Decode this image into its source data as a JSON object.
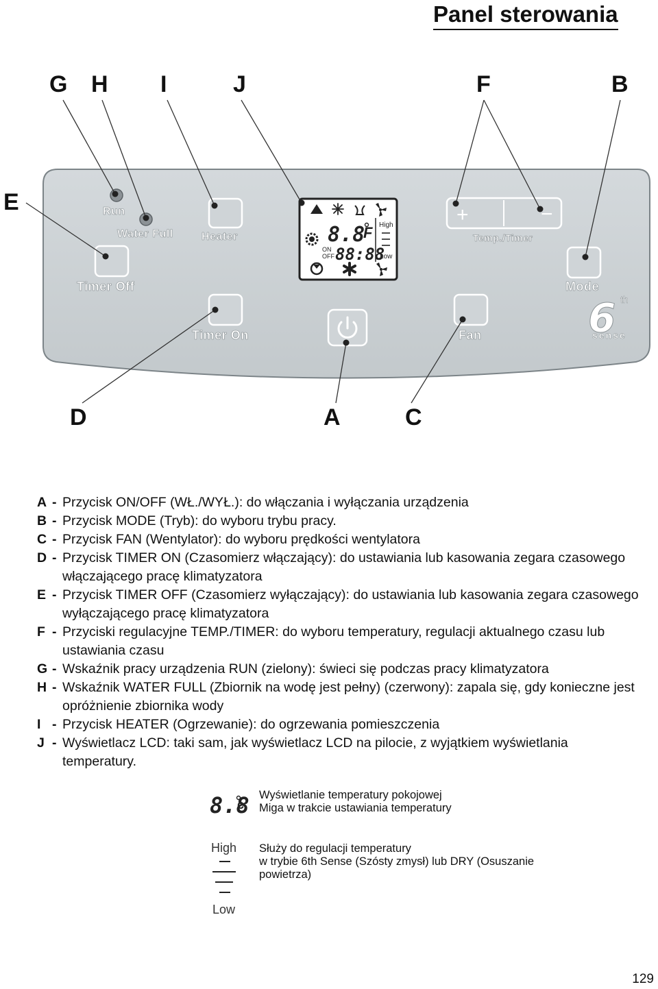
{
  "title": "Panel sterowania",
  "callouts": {
    "G": "G",
    "H": "H",
    "I": "I",
    "J": "J",
    "F": "F",
    "B": "B",
    "E": "E",
    "D": "D",
    "A": "A",
    "C": "C"
  },
  "panel": {
    "run_label": "Run",
    "water_full_label": "Water Full",
    "heater_label": "Heater",
    "timer_off_label": "Timer Off",
    "timer_on_label": "Timer On",
    "temp_timer_label": "Temp./Timer",
    "mode_label": "Mode",
    "fan_label": "Fan",
    "logo_digit": "6",
    "logo_sup": "th",
    "logo_word": "sense",
    "plus_symbol": "+",
    "minus_symbol": "−",
    "lcd": {
      "temp_digits": "8.8",
      "temp_unit": "F",
      "time_digits": "88:88",
      "on_label": "ON",
      "off_label": "OFF",
      "high_label": "High",
      "low_label": "Low"
    }
  },
  "legend": [
    {
      "key": "A",
      "text": "Przycisk ON/OFF (WŁ./WYŁ.): do włączania i wyłączania urządzenia"
    },
    {
      "key": "B",
      "text": "Przycisk MODE (Tryb): do wyboru trybu pracy."
    },
    {
      "key": "C",
      "text": "Przycisk FAN (Wentylator): do wyboru prędkości wentylatora"
    },
    {
      "key": "D",
      "text": "Przycisk TIMER ON (Czasomierz włączający): do ustawiania lub kasowania zegara czasowego włączającego pracę klimatyzatora"
    },
    {
      "key": "E",
      "text": "Przycisk TIMER OFF (Czasomierz wyłączający): do ustawiania lub kasowania zegara czasowego wyłączającego pracę klimatyzatora"
    },
    {
      "key": "F",
      "text": "Przyciski regulacyjne TEMP./TIMER: do wyboru temperatury, regulacji aktualnego czasu lub ustawiania czasu"
    },
    {
      "key": "G",
      "text": "Wskaźnik pracy urządzenia RUN (zielony): świeci się podczas pracy klimatyzatora"
    },
    {
      "key": "H",
      "text": "Wskaźnik WATER FULL (Zbiornik na wodę jest pełny) (czerwony): zapala się, gdy konieczne jest opróżnienie zbiornika wody"
    },
    {
      "key": "I",
      "text": "Przycisk HEATER (Ogrzewanie): do ogrzewania pomieszczenia"
    },
    {
      "key": "J",
      "text": "Wyświetlacz LCD: taki sam, jak wyświetlacz LCD na pilocie, z wyjątkiem wyświetlania temperatury."
    }
  ],
  "info": {
    "temp_digits": "8.8",
    "temp_unit": "c",
    "temp_line1": "Wyświetlanie temperatury pokojowej",
    "temp_line2": "Miga w trakcie ustawiania temperatury",
    "high_label": "High",
    "low_label": "Low",
    "fan_line1": "Służy do regulacji temperatury",
    "fan_line2": "w trybie 6th Sense (Szósty zmysł) lub DRY (Osuszanie",
    "fan_line3": "powietrza)"
  },
  "page_number": "129"
}
